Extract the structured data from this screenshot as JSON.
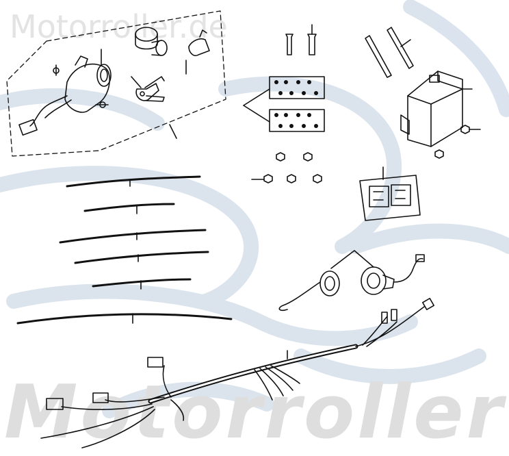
{
  "watermark": {
    "top_text": "Motorroller.de",
    "bottom_text": "Motorroller",
    "background_swirl_color": "#c9d7e6"
  },
  "diagram": {
    "style": "exploded parts line drawing",
    "line_color": "#111111",
    "parts": [
      {
        "id": "ignition-switch-set",
        "icon": "ignition-lock-icon"
      },
      {
        "id": "keys",
        "icon": "key-icon"
      },
      {
        "id": "lock-cylinder",
        "icon": "cylinder-icon"
      },
      {
        "id": "retaining-clip",
        "icon": "clip-icon"
      },
      {
        "id": "pin-bolts",
        "icon": "pin-icon"
      },
      {
        "id": "reflector-pads",
        "icon": "pad-icon"
      },
      {
        "id": "long-bolts",
        "icon": "bolt-icon"
      },
      {
        "id": "cdi-unit",
        "icon": "module-icon"
      },
      {
        "id": "nuts",
        "icon": "nut-icon"
      },
      {
        "id": "relay-decal",
        "icon": "decal-icon"
      },
      {
        "id": "cables",
        "icon": "cable-icon"
      },
      {
        "id": "bulb-sockets",
        "icon": "socket-icon"
      },
      {
        "id": "main-wiring-harness",
        "icon": "harness-icon"
      }
    ]
  }
}
